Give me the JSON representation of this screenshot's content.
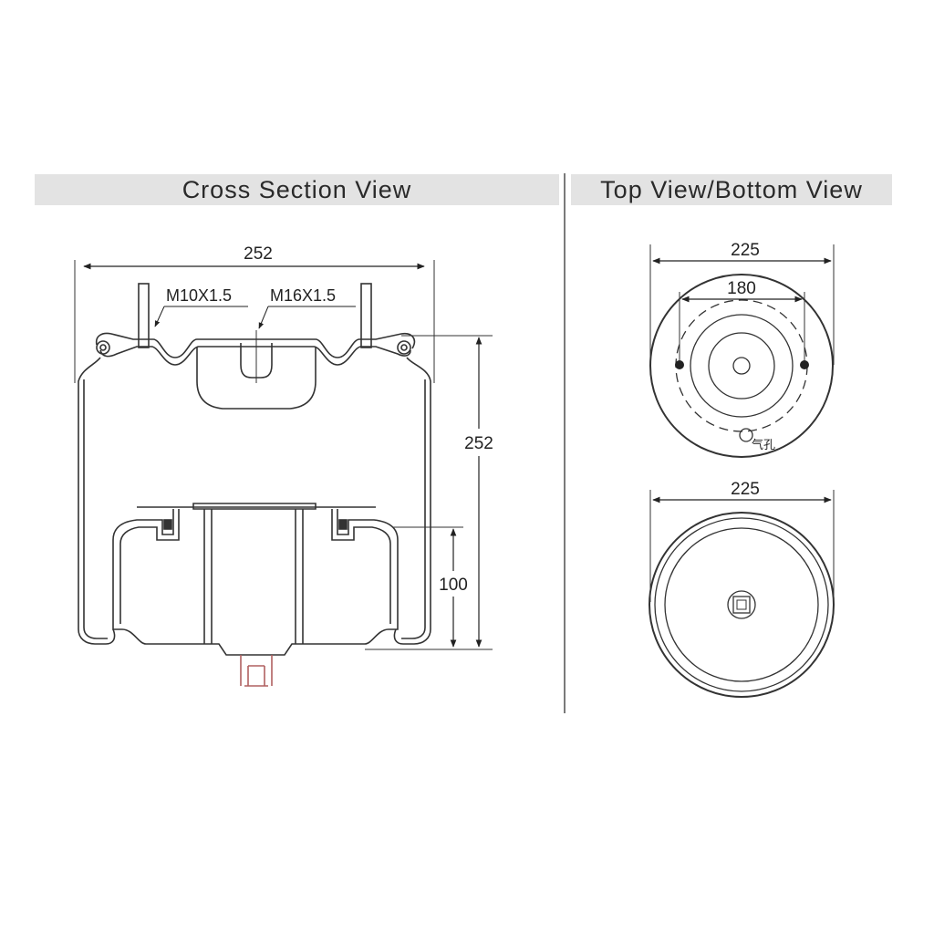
{
  "headers": {
    "cross_section": "Cross Section View",
    "top_bottom": "Top View/Bottom View"
  },
  "cross_section": {
    "width_dim": "252",
    "height_dim": "252",
    "piston_height_dim": "100",
    "thread_left": "M10X1.5",
    "thread_right": "M16X1.5"
  },
  "top_view": {
    "outer_dim": "225",
    "bolt_spacing_dim": "180",
    "air_hole_label": "气孔"
  },
  "bottom_view": {
    "outer_dim": "225"
  }
}
